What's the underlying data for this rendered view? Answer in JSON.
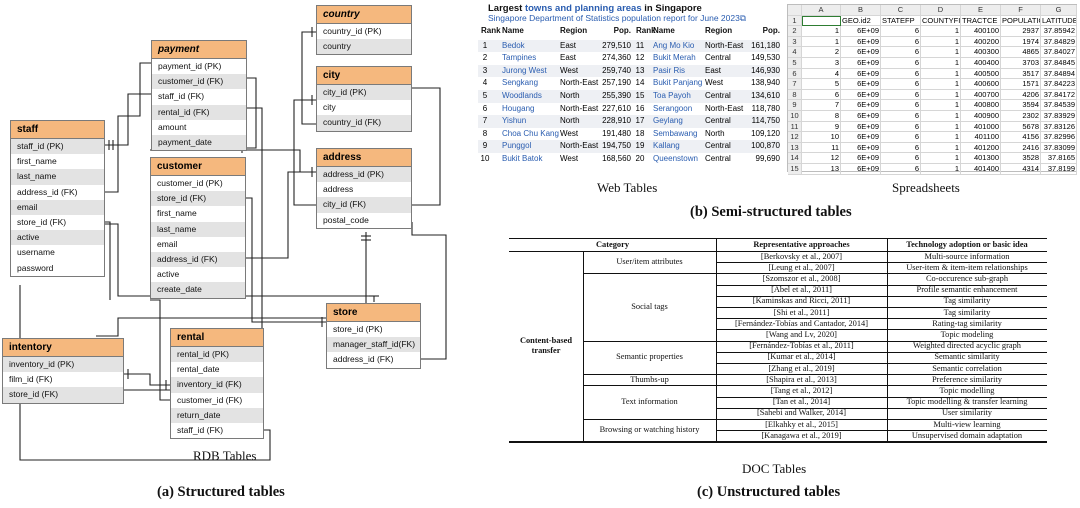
{
  "erd": {
    "caption": "RDB Tables",
    "panel_label": "(a) Structured tables",
    "header_color": "#f5b87e",
    "tables": [
      {
        "id": "staff",
        "title": "staff",
        "italic": false,
        "rows": [
          "staff_id (PK)",
          "first_name",
          "last_name",
          "address_id (FK)",
          "email",
          "store_id (FK)",
          "active",
          "username",
          "password"
        ]
      },
      {
        "id": "payment",
        "title": "payment",
        "italic": true,
        "rows": [
          "payment_id (PK)",
          "customer_id (FK)",
          "staff_id (FK)",
          "rental_id (FK)",
          "amount",
          "payment_date"
        ]
      },
      {
        "id": "customer",
        "title": "customer",
        "italic": false,
        "rows": [
          "customer_id (PK)",
          "store_id (FK)",
          "first_name",
          "last_name",
          "email",
          "address_id (FK)",
          "active",
          "create_date"
        ]
      },
      {
        "id": "country",
        "title": "country",
        "italic": true,
        "rows": [
          "country_id (PK)",
          "country"
        ]
      },
      {
        "id": "city",
        "title": "city",
        "italic": false,
        "rows": [
          "city_id (PK)",
          "city",
          "country_id (FK)"
        ]
      },
      {
        "id": "address",
        "title": "address",
        "italic": false,
        "rows": [
          "address_id (PK)",
          "address",
          "city_id (FK)",
          "postal_code"
        ]
      },
      {
        "id": "store",
        "title": "store",
        "italic": false,
        "rows": [
          "store_id (PK)",
          "manager_staff_id(FK)",
          "address_id (FK)"
        ]
      },
      {
        "id": "inventory",
        "title": "intentory",
        "italic": false,
        "rows": [
          "inventory_id (PK)",
          "film_id (FK)",
          "store_id (FK)"
        ]
      },
      {
        "id": "rental",
        "title": "rental",
        "italic": false,
        "rows": [
          "rental_id (PK)",
          "rental_date",
          "inventory_id (FK)",
          "customer_id (FK)",
          "return_date",
          "staff_id (FK)"
        ]
      }
    ]
  },
  "web": {
    "title_pre": "Largest ",
    "title_link": "towns and planning areas",
    "title_post": " in Singapore",
    "subtitle": "Singapore Department of Statistics population report for June 2023⧉",
    "headers": [
      "Rank",
      "Name",
      "Region",
      "Pop.",
      "Rank",
      "Name",
      "Region",
      "Pop."
    ],
    "rows": [
      [
        "1",
        "Bedok",
        "East",
        "279,510",
        "11",
        "Ang Mo Kio",
        "North-East",
        "161,180"
      ],
      [
        "2",
        "Tampines",
        "East",
        "274,360",
        "12",
        "Bukit Merah",
        "Central",
        "149,530"
      ],
      [
        "3",
        "Jurong West",
        "West",
        "259,740",
        "13",
        "Pasir Ris",
        "East",
        "146,930"
      ],
      [
        "4",
        "Sengkang",
        "North-East",
        "257,190",
        "14",
        "Bukit Panjang",
        "West",
        "138,940"
      ],
      [
        "5",
        "Woodlands",
        "North",
        "255,390",
        "15",
        "Toa Payoh",
        "Central",
        "134,610"
      ],
      [
        "6",
        "Hougang",
        "North-East",
        "227,610",
        "16",
        "Serangoon",
        "North-East",
        "118,780"
      ],
      [
        "7",
        "Yishun",
        "North",
        "228,910",
        "17",
        "Geylang",
        "Central",
        "114,750"
      ],
      [
        "8",
        "Choa Chu Kang",
        "West",
        "191,480",
        "18",
        "Sembawang",
        "North",
        "109,120"
      ],
      [
        "9",
        "Punggol",
        "North-East",
        "194,750",
        "19",
        "Kallang",
        "Central",
        "100,870"
      ],
      [
        "10",
        "Bukit Batok",
        "West",
        "168,560",
        "20",
        "Queenstown",
        "Central",
        "99,690"
      ]
    ],
    "caption": "Web Tables"
  },
  "sheet": {
    "col_letters": [
      "",
      "A",
      "B",
      "C",
      "D",
      "E",
      "F",
      "G"
    ],
    "rows": [
      [
        "1",
        "",
        "GEO.id2",
        "STATEFP",
        "COUNTYFI",
        "TRACTCE",
        "POPULATIO",
        "LATITUDE"
      ],
      [
        "2",
        "1",
        "6E+09",
        "6",
        "1",
        "400100",
        "2937",
        "37.85942"
      ],
      [
        "3",
        "1",
        "6E+09",
        "6",
        "1",
        "400200",
        "1974",
        "37.84829"
      ],
      [
        "4",
        "2",
        "6E+09",
        "6",
        "1",
        "400300",
        "4865",
        "37.84027"
      ],
      [
        "5",
        "3",
        "6E+09",
        "6",
        "1",
        "400400",
        "3703",
        "37.84845"
      ],
      [
        "6",
        "4",
        "6E+09",
        "6",
        "1",
        "400500",
        "3517",
        "37.84894"
      ],
      [
        "7",
        "5",
        "6E+09",
        "6",
        "1",
        "400600",
        "1571",
        "37.84223"
      ],
      [
        "8",
        "6",
        "6E+09",
        "6",
        "1",
        "400700",
        "4206",
        "37.84172"
      ],
      [
        "9",
        "7",
        "6E+09",
        "6",
        "1",
        "400800",
        "3594",
        "37.84539"
      ],
      [
        "10",
        "8",
        "6E+09",
        "6",
        "1",
        "400900",
        "2302",
        "37.83929"
      ],
      [
        "11",
        "9",
        "6E+09",
        "6",
        "1",
        "401000",
        "5678",
        "37.83126"
      ],
      [
        "12",
        "10",
        "6E+09",
        "6",
        "1",
        "401100",
        "4156",
        "37.82996"
      ],
      [
        "13",
        "11",
        "6E+09",
        "6",
        "1",
        "401200",
        "2416",
        "37.83099"
      ],
      [
        "14",
        "12",
        "6E+09",
        "6",
        "1",
        "401300",
        "3528",
        "37.8165"
      ],
      [
        "15",
        "13",
        "6E+09",
        "6",
        "1",
        "401400",
        "4314",
        "37.8199"
      ]
    ],
    "caption": "Spreadsheets"
  },
  "semi_label": "(b) Semi-structured tables",
  "doc": {
    "headers": [
      "Category",
      "Representative approaches",
      "Technology adoption or basic idea"
    ],
    "main_category": [
      "Content-based",
      "transfer"
    ],
    "groups": [
      {
        "name": "User/item attributes",
        "rows": [
          [
            "[Berkovsky et al., 2007]",
            "Multi-source information"
          ],
          [
            "[Leung et al., 2007]",
            "User-item & item-item relationships"
          ]
        ]
      },
      {
        "name": "Social tags",
        "rows": [
          [
            "[Szomszor et al., 2008]",
            "Co-occurence sub-graph"
          ],
          [
            "[Abel et al., 2011]",
            "Profile semantic enhancement"
          ],
          [
            "[Kaminskas and Ricci, 2011]",
            "Tag similarity"
          ],
          [
            "[Shi et al., 2011]",
            "Tag similarity"
          ],
          [
            "[Fernández-Tobías and Cantador, 2014]",
            "Rating-tag similarity"
          ],
          [
            "[Wang and Lv, 2020]",
            "Topic modeling"
          ]
        ]
      },
      {
        "name": "Semantic properties",
        "rows": [
          [
            "[Fernández-Tobías et al., 2011]",
            "Weighted directed acyclic graph"
          ],
          [
            "[Kumar et al., 2014]",
            "Semantic similarity"
          ],
          [
            "[Zhang et al., 2019]",
            "Semantic correlation"
          ]
        ]
      },
      {
        "name": "Thumbs-up",
        "rows": [
          [
            "[Shapira et al., 2013]",
            "Preference similarity"
          ]
        ]
      },
      {
        "name": "Text information",
        "rows": [
          [
            "[Tang et al., 2012]",
            "Topic modelling"
          ],
          [
            "[Tan et al., 2014]",
            "Topic modelling & transfer learning"
          ],
          [
            "[Sahebi and Walker, 2014]",
            "User similarity"
          ]
        ]
      },
      {
        "name": "Browsing or watching history",
        "rows": [
          [
            "[Elkahky et al., 2015]",
            "Multi-view learning"
          ],
          [
            "[Kanagawa et al., 2019]",
            "Unsupervised domain adaptation"
          ]
        ]
      }
    ],
    "caption": "DOC Tables",
    "panel_label": "(c) Unstructured tables"
  }
}
